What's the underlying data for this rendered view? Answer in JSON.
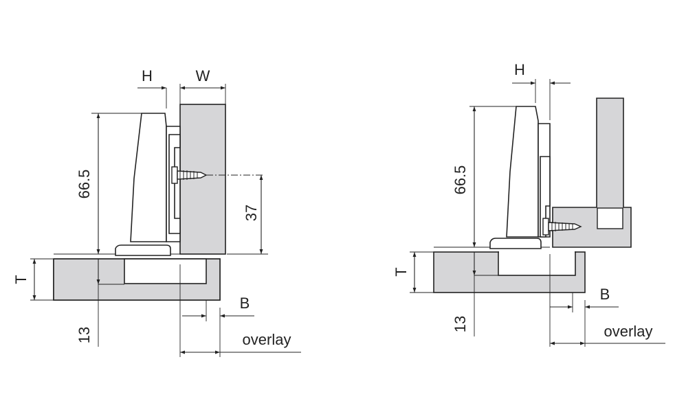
{
  "left_diagram": {
    "labels": {
      "h": "H",
      "w": "W",
      "height": "66.5",
      "screw_dist": "37",
      "t": "T",
      "cup_depth": "13",
      "b": "B",
      "overlay": "overlay"
    }
  },
  "right_diagram": {
    "labels": {
      "h": "H",
      "height": "66.5",
      "t": "T",
      "cup_depth": "13",
      "b": "B",
      "overlay": "overlay"
    }
  },
  "colors": {
    "panel_fill": "#d6d6d8",
    "line": "#222222",
    "background": "#ffffff"
  }
}
